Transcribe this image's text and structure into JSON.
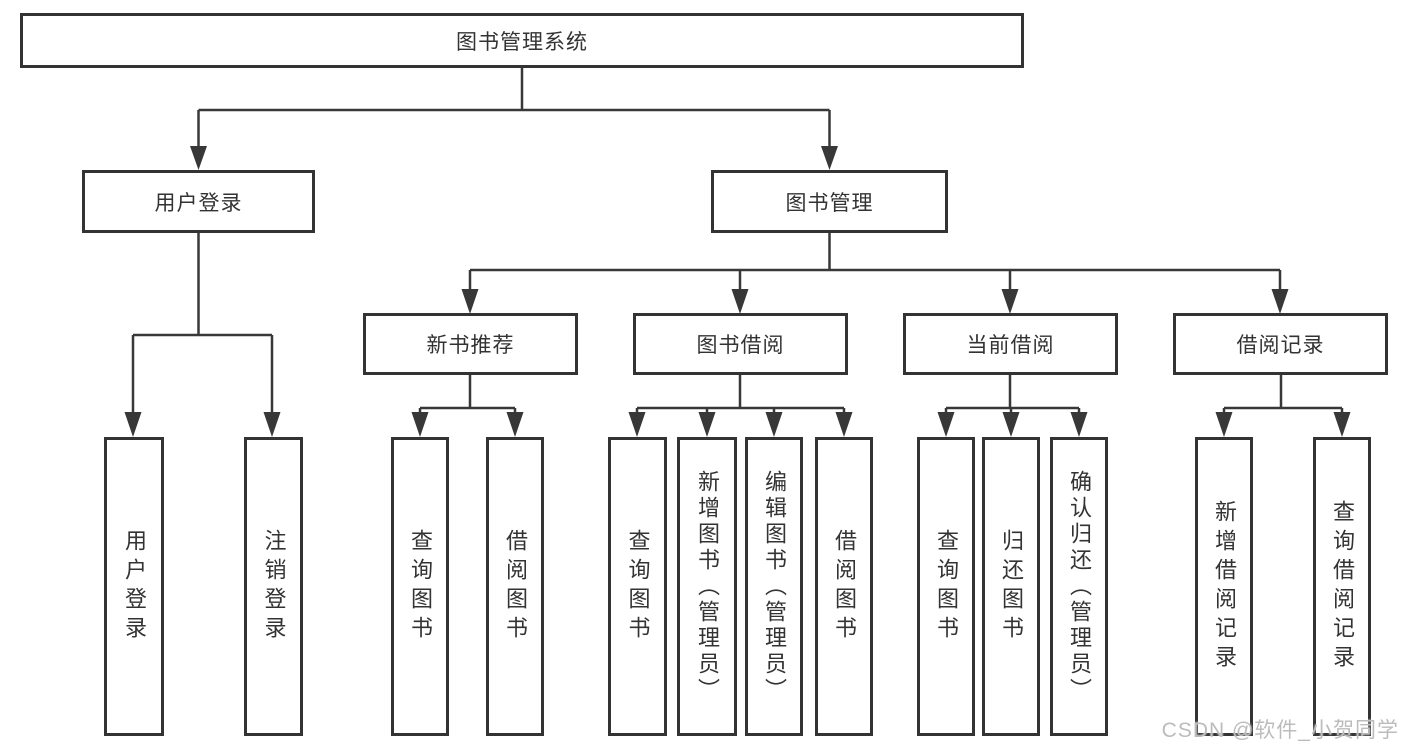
{
  "diagram_title": "图书管理系统",
  "tree": {
    "root": {
      "label": "图书管理系统"
    },
    "branches": [
      {
        "label": "用户登录",
        "children": [
          {
            "label": "用户登录"
          },
          {
            "label": "注销登录"
          }
        ]
      },
      {
        "label": "图书管理",
        "children": [
          {
            "label": "新书推荐",
            "children": [
              {
                "label": "查询图书"
              },
              {
                "label": "借阅图书"
              }
            ]
          },
          {
            "label": "图书借阅",
            "children": [
              {
                "label": "查询图书"
              },
              {
                "label": "新增图书（管理员）"
              },
              {
                "label": "编辑图书（管理员）"
              },
              {
                "label": "借阅图书"
              }
            ]
          },
          {
            "label": "当前借阅",
            "children": [
              {
                "label": "查询图书"
              },
              {
                "label": "归还图书"
              },
              {
                "label": "确认归还（管理员）"
              }
            ]
          },
          {
            "label": "借阅记录",
            "children": [
              {
                "label": "新增借阅记录"
              },
              {
                "label": "查询借阅记录"
              }
            ]
          }
        ]
      }
    ]
  },
  "watermark": "CSDN @软件_小贺同学",
  "colors": {
    "line": "#383838",
    "box_border": "#333333",
    "text": "#333333",
    "watermark": "#bcbcbc",
    "background": "#ffffff"
  }
}
